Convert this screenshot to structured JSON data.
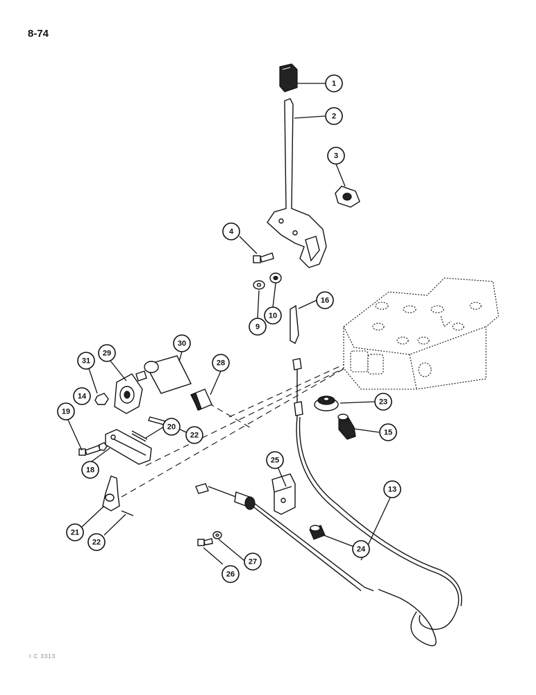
{
  "page": {
    "number": "8-74",
    "figure_code": "I C 3313"
  },
  "callouts": [
    {
      "n": "1",
      "part": "knob"
    },
    {
      "n": "2",
      "part": "lever"
    },
    {
      "n": "3",
      "part": "bracket"
    },
    {
      "n": "4",
      "part": "bolt"
    },
    {
      "n": "9",
      "part": "lock-washer"
    },
    {
      "n": "10",
      "part": "washer"
    },
    {
      "n": "16",
      "part": "link"
    },
    {
      "n": "30",
      "part": "shaft"
    },
    {
      "n": "28",
      "part": "lever-arm"
    },
    {
      "n": "29",
      "part": "spacer"
    },
    {
      "n": "31",
      "part": "nut"
    },
    {
      "n": "14",
      "part": "nut"
    },
    {
      "n": "19",
      "part": "bolt"
    },
    {
      "n": "22",
      "part": "pin"
    },
    {
      "n": "20",
      "part": "cotter-pin"
    },
    {
      "n": "18",
      "part": "clevis"
    },
    {
      "n": "23",
      "part": "grommet"
    },
    {
      "n": "15",
      "part": "boot"
    },
    {
      "n": "25",
      "part": "cable-bracket"
    },
    {
      "n": "13",
      "part": "control-cable"
    },
    {
      "n": "21",
      "part": "cable-end-bracket"
    },
    {
      "n": "22",
      "part": "pin"
    },
    {
      "n": "24",
      "part": "plug"
    },
    {
      "n": "27",
      "part": "lock-washer"
    },
    {
      "n": "26",
      "part": "screw"
    }
  ],
  "colors": {
    "ink": "#111111",
    "paper": "#ffffff"
  }
}
